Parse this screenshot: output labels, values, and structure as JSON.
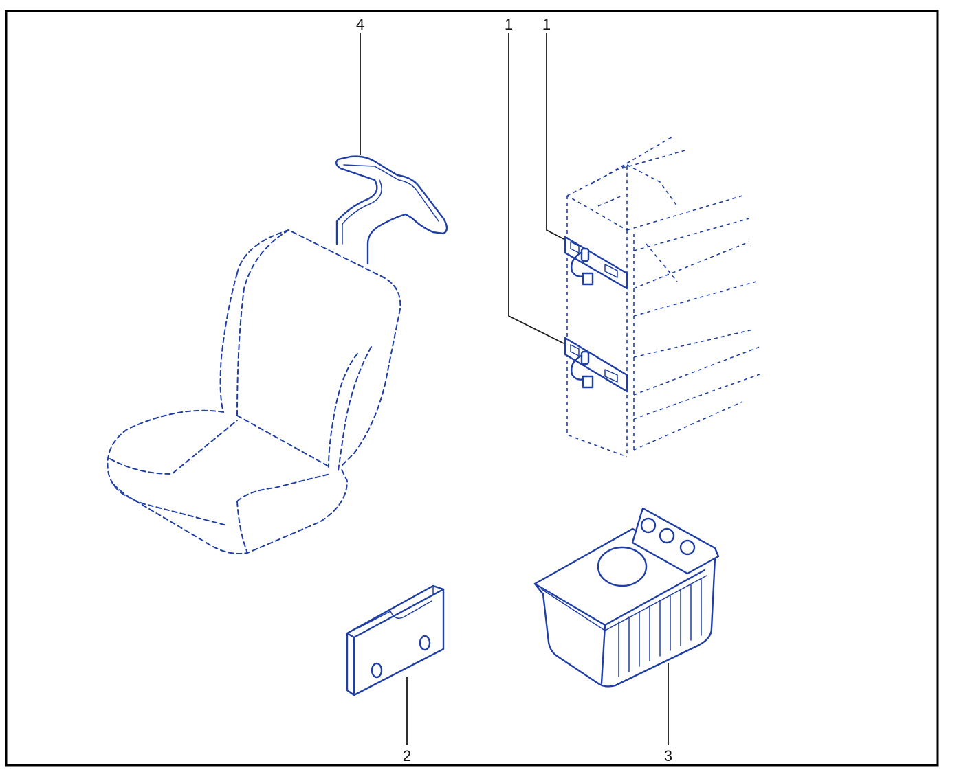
{
  "colors": {
    "line": "#1f3fa6",
    "frame": "#000000"
  },
  "callouts": {
    "part_4": "4",
    "part_1_upper": "1",
    "part_1_lower": "1",
    "part_2": "2",
    "part_3": "3"
  }
}
